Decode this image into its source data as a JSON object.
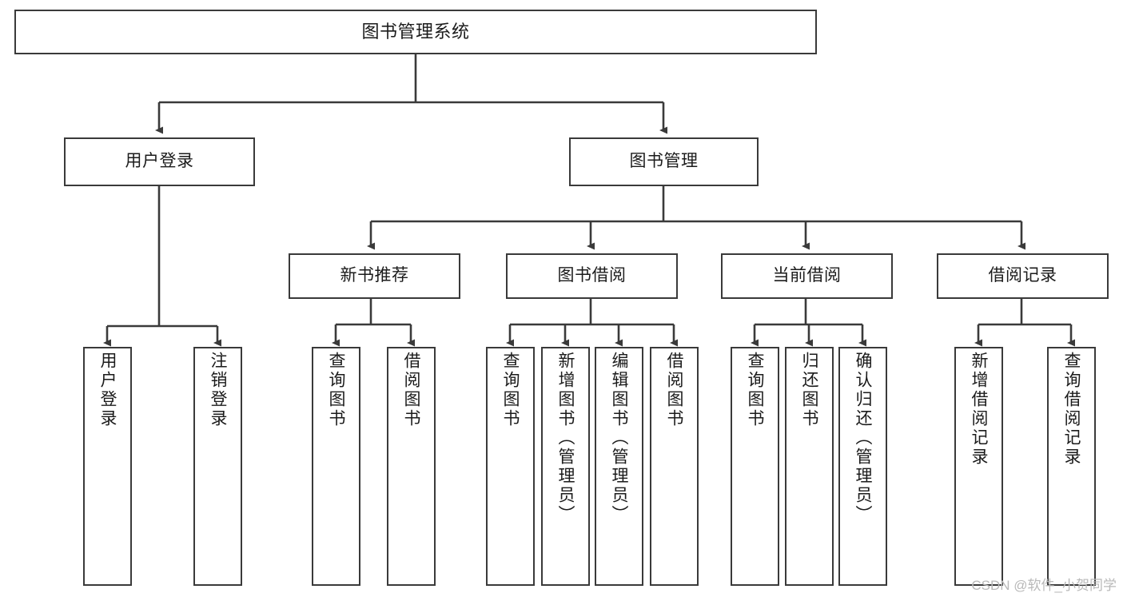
{
  "diagram": {
    "title": "图书管理系统",
    "type": "tree-hierarchy",
    "background_color": "#ffffff",
    "border_color": "#3a3a3a",
    "text_color": "#1b1b1b",
    "watermark": "CSDN @软件_小贺同学",
    "nodes": {
      "root": {
        "label": "图书管理系统"
      },
      "level2": [
        {
          "label": "用户登录"
        },
        {
          "label": "图书管理"
        }
      ],
      "level3": [
        {
          "label": "新书推荐"
        },
        {
          "label": "图书借阅"
        },
        {
          "label": "当前借阅"
        },
        {
          "label": "借阅记录"
        }
      ],
      "leaves": {
        "user_login": [
          {
            "label": "用户登录"
          },
          {
            "label": "注销登录"
          }
        ],
        "new_book_recommend": [
          {
            "label": "查询图书"
          },
          {
            "label": "借阅图书"
          }
        ],
        "book_borrow": [
          {
            "label": "查询图书"
          },
          {
            "label": "新增图书（管理员）"
          },
          {
            "label": "编辑图书（管理员）"
          },
          {
            "label": "借阅图书"
          }
        ],
        "current_borrow": [
          {
            "label": "查询图书"
          },
          {
            "label": "归还图书"
          },
          {
            "label": "确认归还（管理员）"
          }
        ],
        "borrow_records": [
          {
            "label": "新增借阅记录"
          },
          {
            "label": "查询借阅记录"
          }
        ]
      }
    }
  }
}
